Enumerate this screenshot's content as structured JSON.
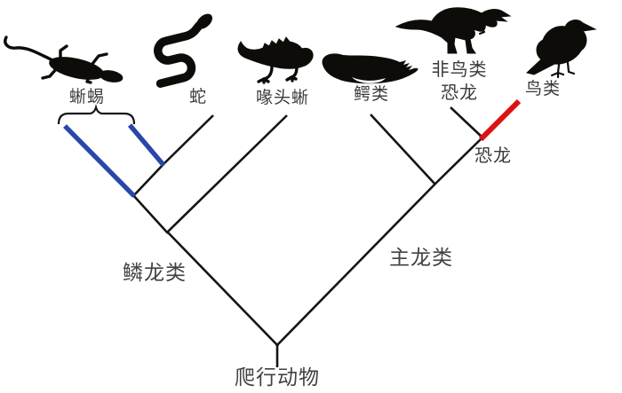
{
  "labels": {
    "lizard": "蜥蜴",
    "snake": "蛇",
    "tuatara": "喙头蜥",
    "crocodilians": "鳄类",
    "non_avian_dinosaurs": "非鸟类\n恐龙",
    "birds": "鸟类",
    "dinosaurs_node": "恐龙",
    "lepidosaurs": "鳞龙类",
    "archosaurs": "主龙类",
    "reptiles_root": "爬行动物"
  },
  "colors": {
    "branch_default": "#141414",
    "lizard_branch_highlight": "#2847a8",
    "bird_branch_highlight": "#dd1111",
    "silhouette": "#0e0c09",
    "label_text": "#3a3a3a"
  },
  "icons": {
    "lizard": "lizard-silhouette",
    "snake": "snake-silhouette",
    "tuatara": "tuatara-silhouette",
    "crocodile": "crocodile-silhouette",
    "trex": "t-rex-silhouette",
    "bird": "bird-silhouette"
  },
  "tree": {
    "root": {
      "label": "爬行动物",
      "children": [
        {
          "clade": "鳞龙类",
          "children": [
            {
              "children": [
                {
                  "leaf": "蜥蜴",
                  "highlight": "blue"
                },
                {
                  "children": [
                    {
                      "leaf": "蜥蜴",
                      "highlight": "blue"
                    },
                    {
                      "leaf": "蛇"
                    }
                  ]
                }
              ]
            },
            {
              "leaf": "喙头蜥"
            }
          ]
        },
        {
          "clade": "主龙类",
          "children": [
            {
              "leaf": "鳄类"
            },
            {
              "clade": "恐龙",
              "children": [
                {
                  "leaf": "非鸟类恐龙"
                },
                {
                  "leaf": "鸟类",
                  "highlight": "red"
                }
              ]
            }
          ]
        }
      ]
    },
    "note_paraphyly": "蜥蜴两支为蓝色，鸟类一支为红色"
  }
}
